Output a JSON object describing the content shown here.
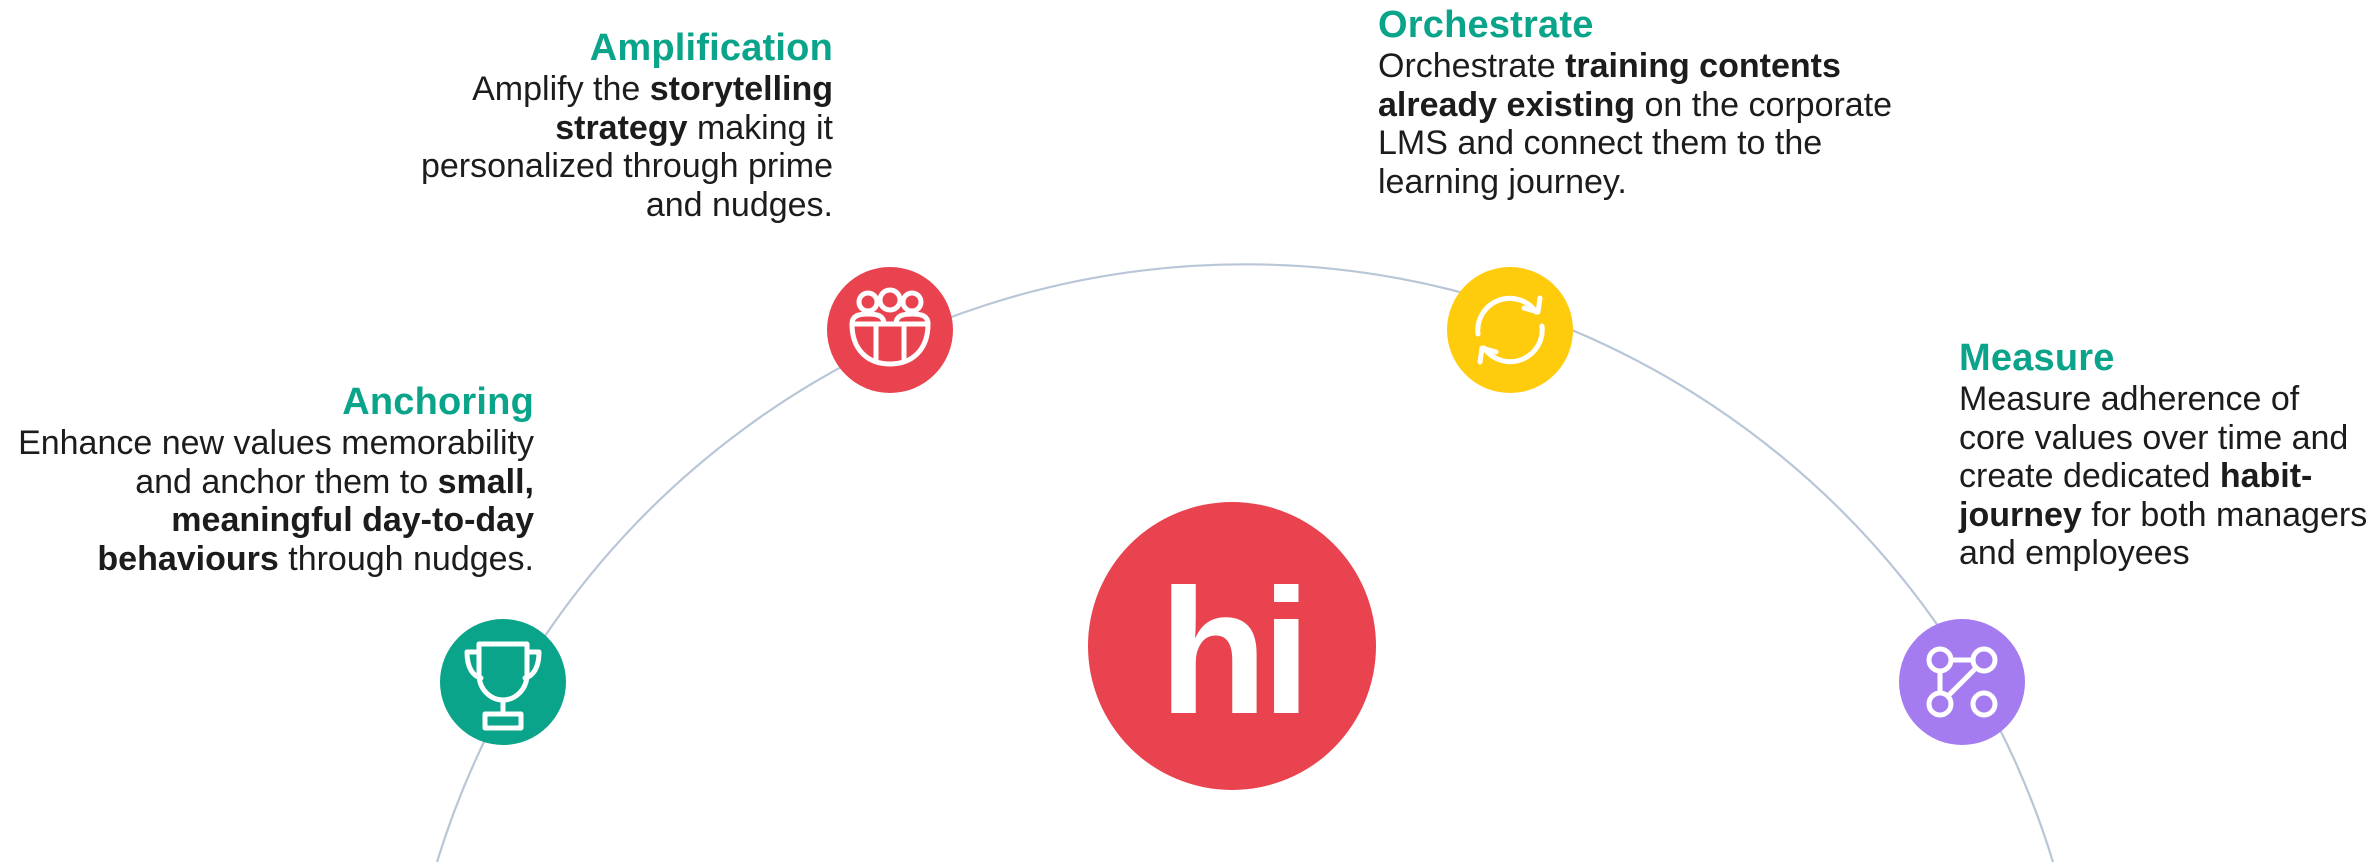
{
  "logo": {
    "text": "hi",
    "color": "#e8434f"
  },
  "colors": {
    "title": "#0aa48a",
    "arc": "#b9c6d8",
    "anchoring": "#0aa48a",
    "amplification": "#e8434f",
    "orchestrate": "#ffcb0d",
    "measure": "#a57cf0"
  },
  "nodes": {
    "amplification": {
      "title": "Amplification",
      "icon": "people-group-icon",
      "body": [
        {
          "text": "Amplify the ",
          "bold": false
        },
        {
          "text": "storytelling strategy",
          "bold": true
        },
        {
          "text": " making it personalized through prime and nudges.",
          "bold": false
        }
      ]
    },
    "orchestrate": {
      "title": "Orchestrate",
      "icon": "refresh-icon",
      "body": [
        {
          "text": "Orchestrate ",
          "bold": false
        },
        {
          "text": "training contents already existing",
          "bold": true
        },
        {
          "text": " on the corporate LMS and connect them to the learning journey.",
          "bold": false
        }
      ]
    },
    "anchoring": {
      "title": "Anchoring",
      "icon": "trophy-icon",
      "body": [
        {
          "text": "Enhance new values memorability and anchor them to ",
          "bold": false
        },
        {
          "text": "small, meaningful day-to-day behaviours",
          "bold": true
        },
        {
          "text": " through nudges.",
          "bold": false
        }
      ]
    },
    "measure": {
      "title": "Measure",
      "icon": "journey-path-icon",
      "body": [
        {
          "text": "Measure adherence of core values over time and create dedicated ",
          "bold": false
        },
        {
          "text": "habit-journey",
          "bold": true
        },
        {
          "text": " for both managers and employees",
          "bold": false
        }
      ]
    }
  }
}
